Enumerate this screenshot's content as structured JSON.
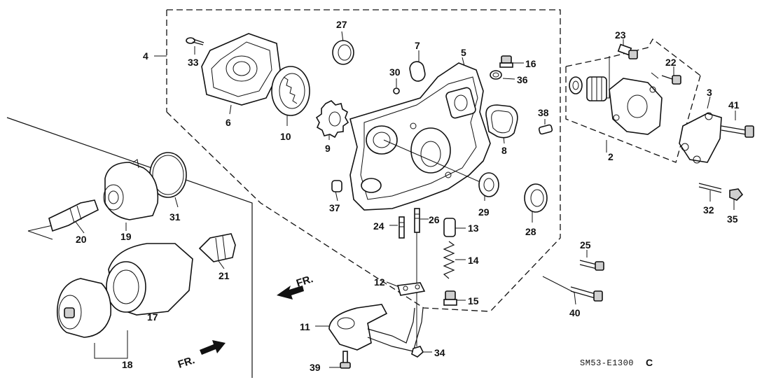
{
  "diagram": {
    "code": "SM53-E1300",
    "code_suffix": "C",
    "front_label": "FR.",
    "callouts": [
      {
        "id": "c2",
        "text": "2"
      },
      {
        "id": "c3",
        "text": "3"
      },
      {
        "id": "c4",
        "text": "4"
      },
      {
        "id": "c5",
        "text": "5"
      },
      {
        "id": "c6",
        "text": "6"
      },
      {
        "id": "c7",
        "text": "7"
      },
      {
        "id": "c8",
        "text": "8"
      },
      {
        "id": "c9",
        "text": "9"
      },
      {
        "id": "c10",
        "text": "10"
      },
      {
        "id": "c11",
        "text": "11"
      },
      {
        "id": "c12",
        "text": "12"
      },
      {
        "id": "c13",
        "text": "13"
      },
      {
        "id": "c14",
        "text": "14"
      },
      {
        "id": "c15",
        "text": "15"
      },
      {
        "id": "c16",
        "text": "16"
      },
      {
        "id": "c17",
        "text": "17"
      },
      {
        "id": "c18",
        "text": "18"
      },
      {
        "id": "c19",
        "text": "19"
      },
      {
        "id": "c20",
        "text": "20"
      },
      {
        "id": "c21",
        "text": "21"
      },
      {
        "id": "c22",
        "text": "22"
      },
      {
        "id": "c23",
        "text": "23"
      },
      {
        "id": "c24",
        "text": "24"
      },
      {
        "id": "c25",
        "text": "25"
      },
      {
        "id": "c26",
        "text": "26"
      },
      {
        "id": "c27",
        "text": "27"
      },
      {
        "id": "c28",
        "text": "28"
      },
      {
        "id": "c29",
        "text": "29"
      },
      {
        "id": "c30",
        "text": "30"
      },
      {
        "id": "c31",
        "text": "31"
      },
      {
        "id": "c32",
        "text": "32"
      },
      {
        "id": "c33",
        "text": "33"
      },
      {
        "id": "c34",
        "text": "34"
      },
      {
        "id": "c35",
        "text": "35"
      },
      {
        "id": "c36",
        "text": "36"
      },
      {
        "id": "c37",
        "text": "37"
      },
      {
        "id": "c38",
        "text": "38"
      },
      {
        "id": "c39",
        "text": "39"
      },
      {
        "id": "c40",
        "text": "40"
      },
      {
        "id": "c41",
        "text": "41"
      }
    ]
  }
}
